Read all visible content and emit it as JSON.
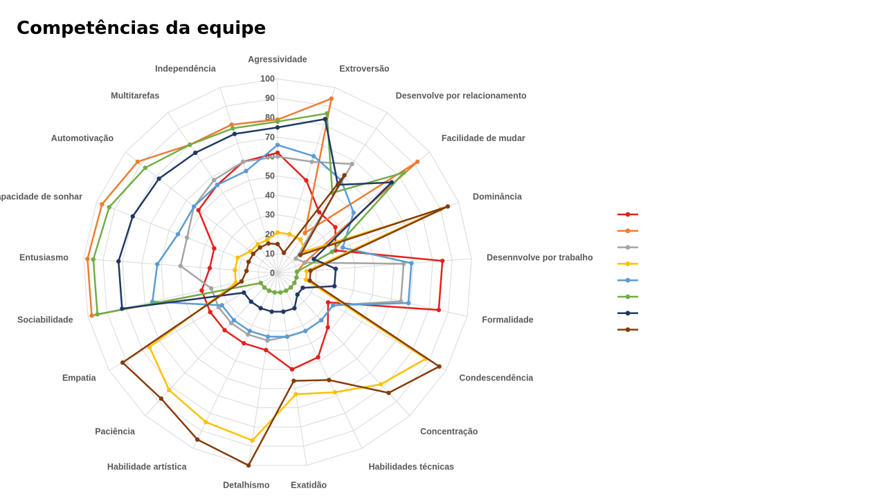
{
  "title": "Competências da equipe",
  "chart_data": {
    "type": "radar",
    "title": "Competências da equipe",
    "categories": [
      "Agressividade",
      "Extroversão",
      "Desenvolve por relacionamento",
      "Facilidade de mudar",
      "Dominância",
      "Desennvolve por trabalho",
      "Formalidade",
      "Condescendência",
      "Concentração",
      "Habilidades técnicas",
      "Exatidão",
      "Detalhismo",
      "Habilidade artística",
      "Paciência",
      "Empatia",
      "Sociabilidade",
      "Entusiasmo",
      "Capacidade de sonhar",
      "Automotivação",
      "Multitarefas",
      "Independência"
    ],
    "rlim": [
      0,
      100
    ],
    "ticks": [
      0,
      10,
      20,
      30,
      40,
      50,
      60,
      70,
      80,
      90,
      100
    ],
    "grid": true,
    "legend_position": "right",
    "series": [
      {
        "color": "#e3211c",
        "values": [
          62,
          50,
          38,
          38,
          32,
          85,
          85,
          30,
          38,
          48,
          50,
          40,
          40,
          40,
          40,
          40,
          35,
          35,
          52,
          55,
          60
        ]
      },
      {
        "color": "#ed7d31",
        "values": [
          79,
          94,
          25,
          92,
          15,
          10,
          10,
          10,
          10,
          10,
          10,
          10,
          10,
          10,
          10,
          98,
          98,
          97,
          92,
          80,
          80
        ]
      },
      {
        "color": "#a5a5a5",
        "values": [
          60,
          60,
          68,
          12,
          15,
          65,
          65,
          33,
          33,
          33,
          33,
          35,
          35,
          35,
          35,
          35,
          50,
          50,
          55,
          58,
          60
        ]
      },
      {
        "color": "#ffc000",
        "values": [
          21,
          21,
          21,
          18,
          90,
          15,
          15,
          88,
          78,
          68,
          63,
          87,
          85,
          82,
          76,
          22,
          22,
          22,
          18,
          18,
          18
        ]
      },
      {
        "color": "#5b9bd5",
        "values": [
          66,
          63,
          58,
          50,
          36,
          69,
          69,
          33,
          33,
          33,
          33,
          33,
          33,
          33,
          33,
          66,
          62,
          55,
          55,
          55,
          55
        ]
      },
      {
        "color": "#70ad47",
        "values": [
          78,
          86,
          50,
          83,
          30,
          10,
          10,
          10,
          10,
          10,
          10,
          10,
          10,
          10,
          10,
          95,
          95,
          93,
          87,
          80,
          78
        ]
      },
      {
        "color": "#203864",
        "values": [
          75,
          83,
          55,
          75,
          20,
          30,
          30,
          15,
          15,
          20,
          20,
          20,
          20,
          20,
          20,
          82,
          82,
          80,
          78,
          75,
          75
        ]
      },
      {
        "color": "#843c0c",
        "values": [
          15,
          11,
          61,
          15,
          94,
          17,
          17,
          96,
          84,
          61,
          56,
          100,
          95,
          88,
          92,
          19,
          16,
          16,
          16,
          16,
          16
        ]
      }
    ]
  }
}
